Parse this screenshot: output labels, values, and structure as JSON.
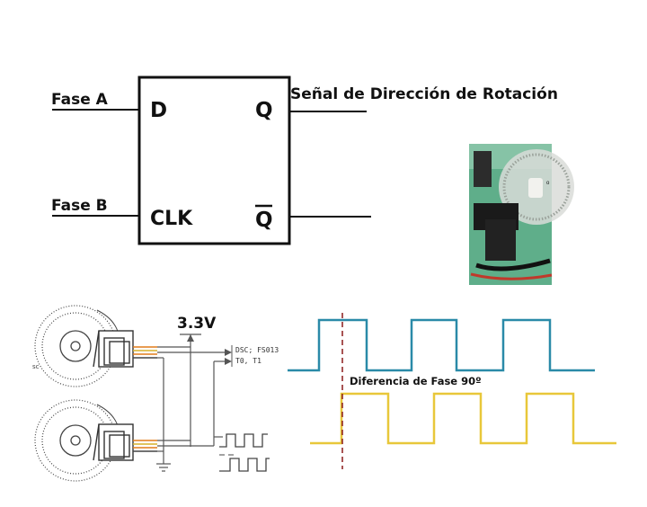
{
  "flipflop": {
    "input_a": "Fase A",
    "input_b": "Fase B",
    "pin_d": "D",
    "pin_clk": "CLK",
    "pin_q": "Q",
    "pin_qbar": "Q",
    "output_label": "Señal de Dirección de Rotación"
  },
  "photo": {
    "icon": "encoder-photo-icon"
  },
  "circuit": {
    "voltage": "3.3V",
    "dsc_line": "DSC; FS013",
    "timer_line": "T0, T1",
    "sc_label": "sc"
  },
  "waveforms": {
    "phase_label": "Diferencia de Fase 90º",
    "colors": {
      "top": "#2a8aa8",
      "bottom": "#e8c73a",
      "marker": "#8b1a1a"
    }
  }
}
